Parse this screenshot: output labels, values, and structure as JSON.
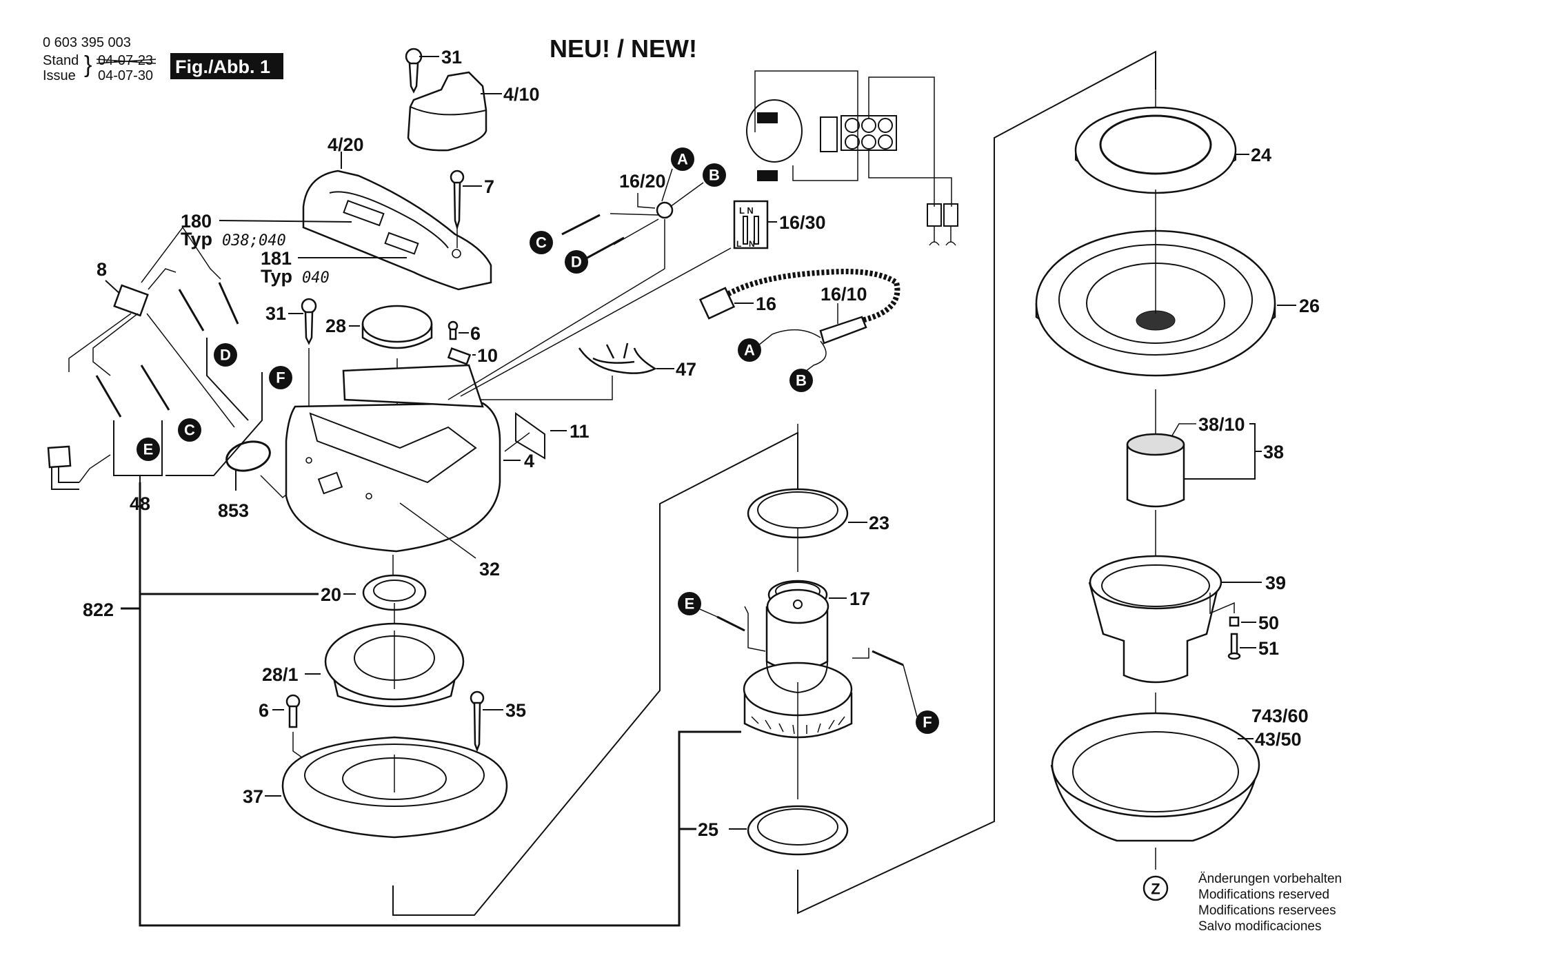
{
  "header": {
    "part_number": "0 603 395 003",
    "stand_label": "Stand",
    "issue_label": "Issue",
    "old_date": "04-07-23",
    "issue_date": "04-07-30",
    "figure_label": "Fig./Abb. 1",
    "title": "NEU! / NEW!"
  },
  "labels": {
    "p31_top": "31",
    "p4_10": "4/10",
    "p4_20": "4/20",
    "p7": "7",
    "p180": "180",
    "p180_typ": "Typ",
    "p180_typ_val": "038;040",
    "p181": "181",
    "p181_typ": "Typ",
    "p181_typ_val": "040",
    "p8": "8",
    "p31_mid": "31",
    "p28": "28",
    "p6_top": "6",
    "p10": "10",
    "p47": "47",
    "p11": "11",
    "p4": "4",
    "p48": "48",
    "p853": "853",
    "p32": "32",
    "p822": "822",
    "p20": "20",
    "p28_1": "28/1",
    "p6_bot": "6",
    "p35": "35",
    "p37": "37",
    "p16_20": "16/20",
    "p16_30": "16/30",
    "p16": "16",
    "p16_10": "16/10",
    "p23": "23",
    "p17": "17",
    "p25": "25",
    "p24": "24",
    "p26": "26",
    "p38_10": "38/10",
    "p38": "38",
    "p39": "39",
    "p50": "50",
    "p51": "51",
    "p743_60": "743/60",
    "p43_50": "43/50"
  },
  "wiring": {
    "switch_top": "L N",
    "switch_bot_l": "L",
    "switch_bot_n": "N"
  },
  "connectors": {
    "A": "A",
    "B": "B",
    "C": "C",
    "D": "D",
    "E": "E",
    "F": "F",
    "Z": "Z"
  },
  "notes": [
    "Änderungen vorbehalten",
    "Modifications reserved",
    "Modifications reservees",
    "Salvo modificaciones"
  ]
}
